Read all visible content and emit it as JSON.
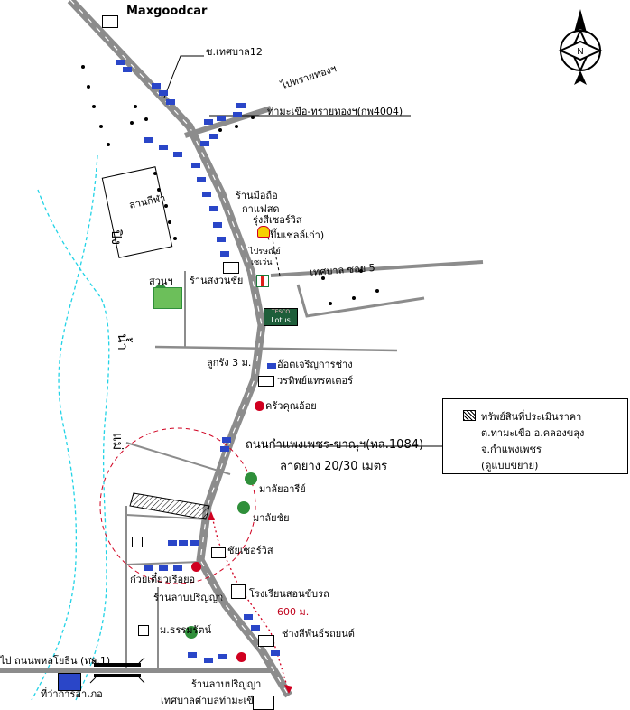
{
  "map": {
    "labels": {
      "maxgoodcar": "Maxgoodcar",
      "municipal_12": "ซ.เทศบาล12",
      "to_sai_thong": "ไปทรายทองฯ",
      "tha_makhuea_road": "ท่ามะเขือ-ทรายทองฯ(กพ4004)",
      "mobile_shop": "ร้านมือถือ",
      "coffee_shop": "กาแฟสด",
      "rungsi_service": "รุ่งสีเซอร์วิส",
      "shell_old": "(ปั๊มเชลล์เก่า)",
      "parcel": "ไปรษณีย์",
      "seven": "เซเว่น",
      "municipal_5": "เทศบาล ซอย 5",
      "lan_kila": "ลานกีฬา",
      "park": "สวนฯ",
      "sangkhachai_shop": "ร้านสงวนชัย",
      "lukrang": "ลูกรัง 3 ม.",
      "auto_repair": "อ๊อตเจริญการช่าง",
      "tractor_shop": "วรทิพย์แทรคเตอร์",
      "restaurant": "ครัวคุณอ้อย",
      "main_road": "ถนนกำแพงเพชร-ขาณุฯ(ทล.1084)",
      "road_width": "ลาดยาง 20/30 เมตร",
      "mother_ari": "มาลัยอารีย์",
      "mali_chai": "มาลัยชัย",
      "chai_service": "ชัยเซอร์วิส",
      "noodle": "ก๋วยเตี๋ยวเรือยอ",
      "shop_1": "ร้านลาบปริญญา",
      "driving_school": "โรงเรียนสอนขับรถ",
      "distance": "600 ม.",
      "tharmarat": "ม.ธรรมรัตน์",
      "paint_shop": "ช่างสีพันธ์รถยนต์",
      "to_phaholyothin": "ไป ถนนพหลโยธิน (ทล.1)",
      "shop_2": "ร้านลาบปริญญา",
      "district_office": "ที่ว่าการอำเภอ",
      "municipality": "เทศบาลตำบลท่ามะเขือ",
      "river_1": "ปิง",
      "river_2": "น้ำ",
      "river_3": "แม่",
      "tesco": "TESCO",
      "lotus": "Lotus"
    },
    "legend": {
      "line1": "ทรัพย์สินที่ประเมินราคา",
      "line2": "ต.ท่ามะเขือ  อ.คลองขลุง",
      "line3": "จ.กำแพงเพชร",
      "line4": "(ดูแบบขยาย)"
    },
    "compass": {
      "letter": "N"
    },
    "colors": {
      "road": "#8c8c8c",
      "river": "#22d3e6",
      "tree": "#2f8f3a",
      "house": "#2a46c8",
      "red": "#d00020"
    }
  }
}
